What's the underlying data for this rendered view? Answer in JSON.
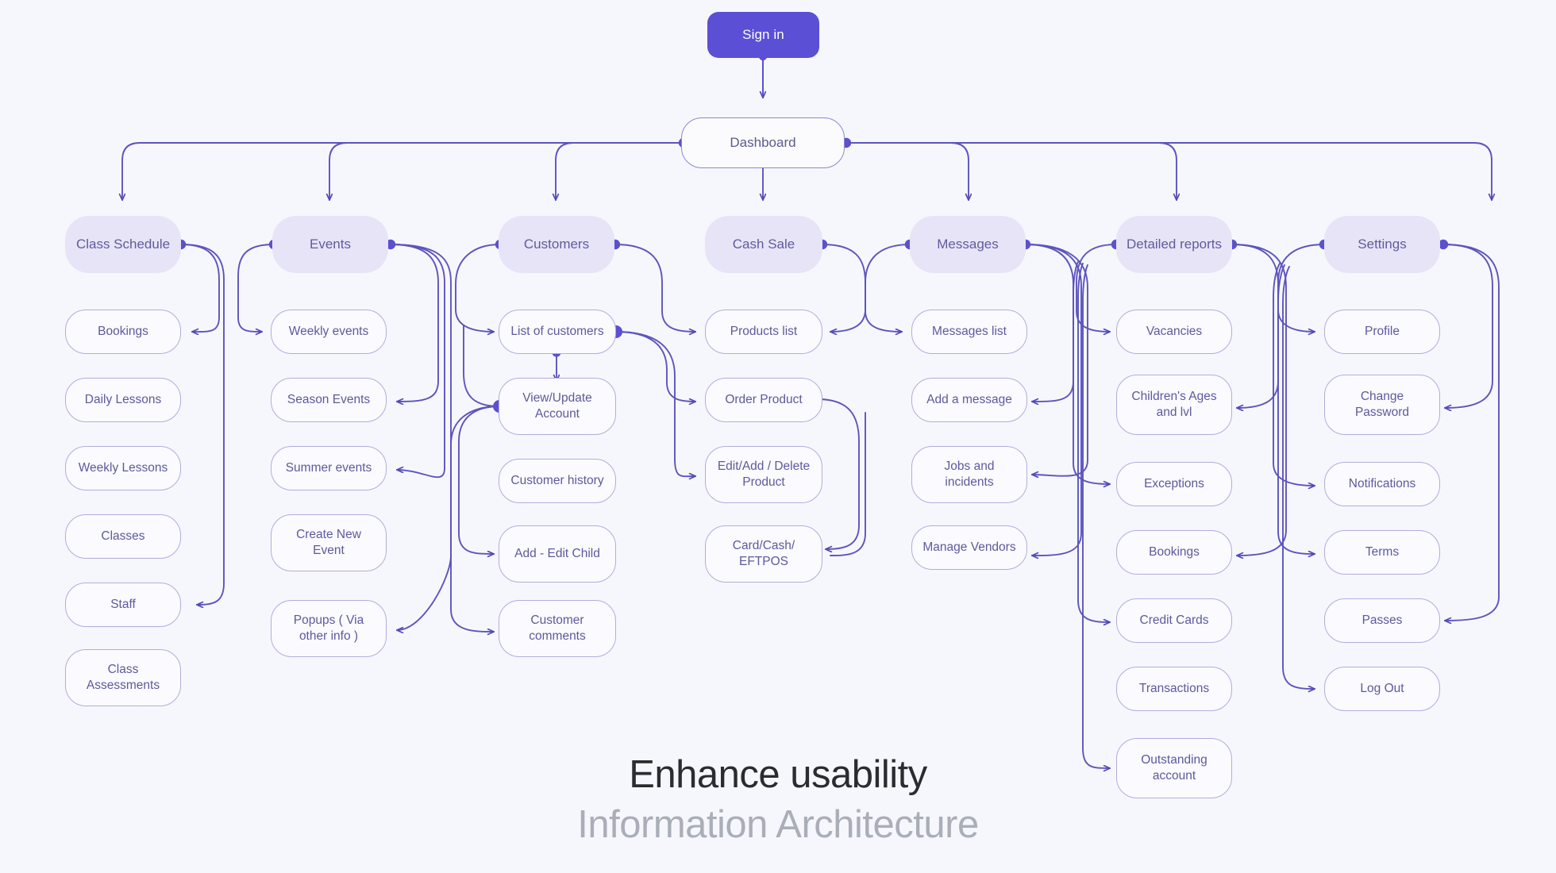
{
  "meta": {
    "background_color": "#f6f7fd",
    "accent_color": "#5b4fd6",
    "category_fill": "#e7e4f8",
    "leaf_border": "#b3acdd",
    "node_text_color": "#5d5a9b"
  },
  "title": {
    "line1": "Enhance usability",
    "line2": "Information Architecture"
  },
  "entry": {
    "signin_label": "Sign in",
    "dashboard_label": "Dashboard"
  },
  "columns": [
    {
      "id": "class-schedule",
      "category": "Class Schedule",
      "items": [
        "Bookings",
        "Daily Lessons",
        "Weekly Lessons",
        "Classes",
        "Staff",
        "Class Assessments"
      ]
    },
    {
      "id": "events",
      "category": "Events",
      "items": [
        "Weekly events",
        "Season Events",
        "Summer events",
        "Create New Event",
        "Popups ( Via other info )"
      ]
    },
    {
      "id": "customers",
      "category": "Customers",
      "items": [
        "List of customers",
        "View/Update Account",
        "Customer history",
        "Add - Edit Child",
        "Customer comments"
      ]
    },
    {
      "id": "cash-sale",
      "category": "Cash Sale",
      "items": [
        "Products list",
        "Order Product",
        "Edit/Add / Delete Product",
        "Card/Cash/ EFTPOS"
      ]
    },
    {
      "id": "messages",
      "category": "Messages",
      "items": [
        "Messages list",
        "Add a message",
        "Jobs and incidents",
        "Manage Vendors"
      ]
    },
    {
      "id": "detailed-reports",
      "category": "Detailed reports",
      "items": [
        "Vacancies",
        "Children's Ages and lvl",
        "Exceptions",
        "Bookings",
        "Credit Cards",
        "Transactions",
        "Outstanding account"
      ]
    },
    {
      "id": "settings",
      "category": "Settings",
      "items": [
        "Profile",
        "Change Password",
        "Notifications",
        "Terms",
        "Passes",
        "Log Out"
      ]
    }
  ]
}
